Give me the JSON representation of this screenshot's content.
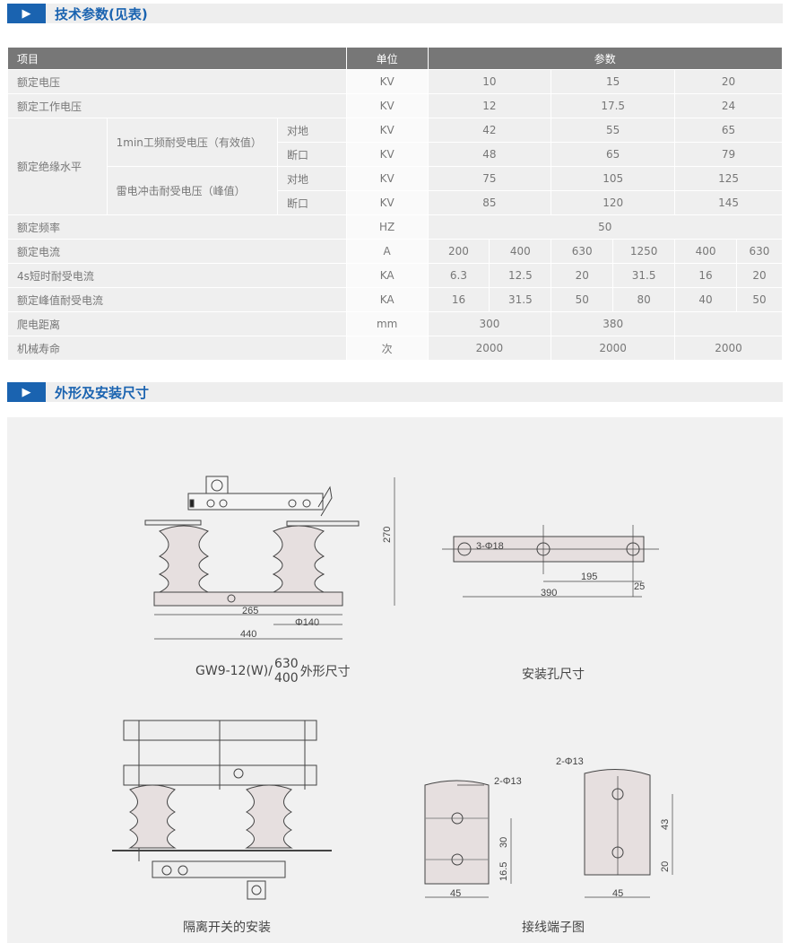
{
  "sections": {
    "tech": "技术参数(见表)",
    "dims": "外形及安装尺寸",
    "arrow": "▶"
  },
  "table": {
    "header": {
      "item": "项目",
      "unit": "单位",
      "param": "参数"
    },
    "rated_voltage": {
      "label": "额定电压",
      "unit": "KV",
      "values": [
        "10",
        "15",
        "20"
      ]
    },
    "working_voltage": {
      "label": "额定工作电压",
      "unit": "KV",
      "values": [
        "12",
        "17.5",
        "24"
      ]
    },
    "insulation": {
      "label": "额定绝缘水平",
      "power_freq": {
        "label": "1min工频耐受电压（有效值）",
        "ground": {
          "label": "对地",
          "unit": "KV",
          "values": [
            "42",
            "55",
            "65"
          ]
        },
        "break": {
          "label": "断口",
          "unit": "KV",
          "values": [
            "48",
            "65",
            "79"
          ]
        }
      },
      "lightning": {
        "label": "雷电冲击耐受电压（峰值）",
        "ground": {
          "label": "对地",
          "unit": "KV",
          "values": [
            "75",
            "105",
            "125"
          ]
        },
        "break": {
          "label": "断口",
          "unit": "KV",
          "values": [
            "85",
            "120",
            "145"
          ]
        }
      }
    },
    "frequency": {
      "label": "额定频率",
      "unit": "HZ",
      "value": "50"
    },
    "current": {
      "label": "额定电流",
      "unit": "A",
      "values": [
        "200",
        "400",
        "630",
        "1250",
        "400",
        "630"
      ]
    },
    "short_time": {
      "label": "4s短时耐受电流",
      "unit": "KA",
      "values": [
        "6.3",
        "12.5",
        "20",
        "31.5",
        "16",
        "20"
      ]
    },
    "peak": {
      "label": "额定峰值耐受电流",
      "unit": "KA",
      "values": [
        "16",
        "31.5",
        "50",
        "80",
        "40",
        "50"
      ]
    },
    "creepage": {
      "label": "爬电距离",
      "unit": "mm",
      "values": [
        "300",
        "380"
      ]
    },
    "life": {
      "label": "机械寿命",
      "unit": "次",
      "values": [
        "2000",
        "2000",
        "2000"
      ]
    }
  },
  "drawings": {
    "outline": {
      "caption_prefix": "GW9-12(W)/",
      "frac_top": "630",
      "frac_bottom": "400",
      "caption_suffix": "外形尺寸",
      "dims": [
        "270",
        "265",
        "Φ140",
        "440"
      ]
    },
    "mounting": {
      "caption": "安装孔尺寸",
      "dims": [
        "3-Φ18",
        "195",
        "390",
        "25"
      ]
    },
    "install": {
      "caption": "隔离开关的安装"
    },
    "terminal": {
      "caption": "接线端子图",
      "left": [
        "2-Φ13",
        "30",
        "16.5",
        "45"
      ],
      "right": [
        "2-Φ13",
        "43",
        "20",
        "45"
      ]
    }
  }
}
